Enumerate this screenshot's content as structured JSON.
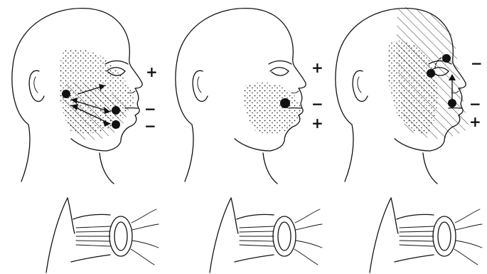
{
  "panels": [
    {
      "id": "left",
      "signs": [
        "+",
        "−",
        "−"
      ]
    },
    {
      "id": "middle",
      "signs": [
        "+",
        "−",
        "+"
      ]
    },
    {
      "id": "right",
      "signs": [
        "−",
        "−",
        "+"
      ]
    }
  ],
  "colors": {
    "ink": "#111111",
    "background": "#ffffff"
  }
}
